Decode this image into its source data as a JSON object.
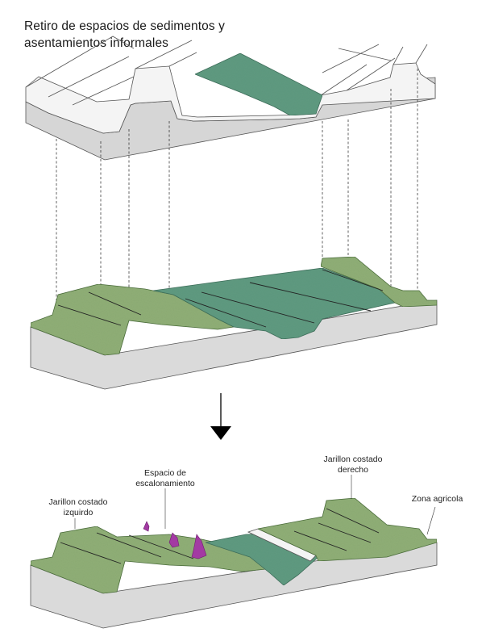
{
  "title": {
    "line1": "Retiro de espacios de sedimentos y",
    "line2": "asentamientos informales"
  },
  "labels": {
    "left_levee": {
      "line1": "Jarillon costado",
      "line2": "izquirdo"
    },
    "staging": {
      "line1": "Espacio de",
      "line2": "escalonamiento"
    },
    "right_levee": {
      "line1": "Jarillon costado",
      "line2": "derecho"
    },
    "agri": {
      "line1": "Zona agricola"
    }
  },
  "colors": {
    "green": "#8fae76",
    "green_dark": "#7a9c65",
    "water": "#5f9a80",
    "water_dark": "#4f8a72",
    "block_top": "#f2f2f2",
    "block_side": "#d9d9d9",
    "settlement": "#a33aa3"
  }
}
